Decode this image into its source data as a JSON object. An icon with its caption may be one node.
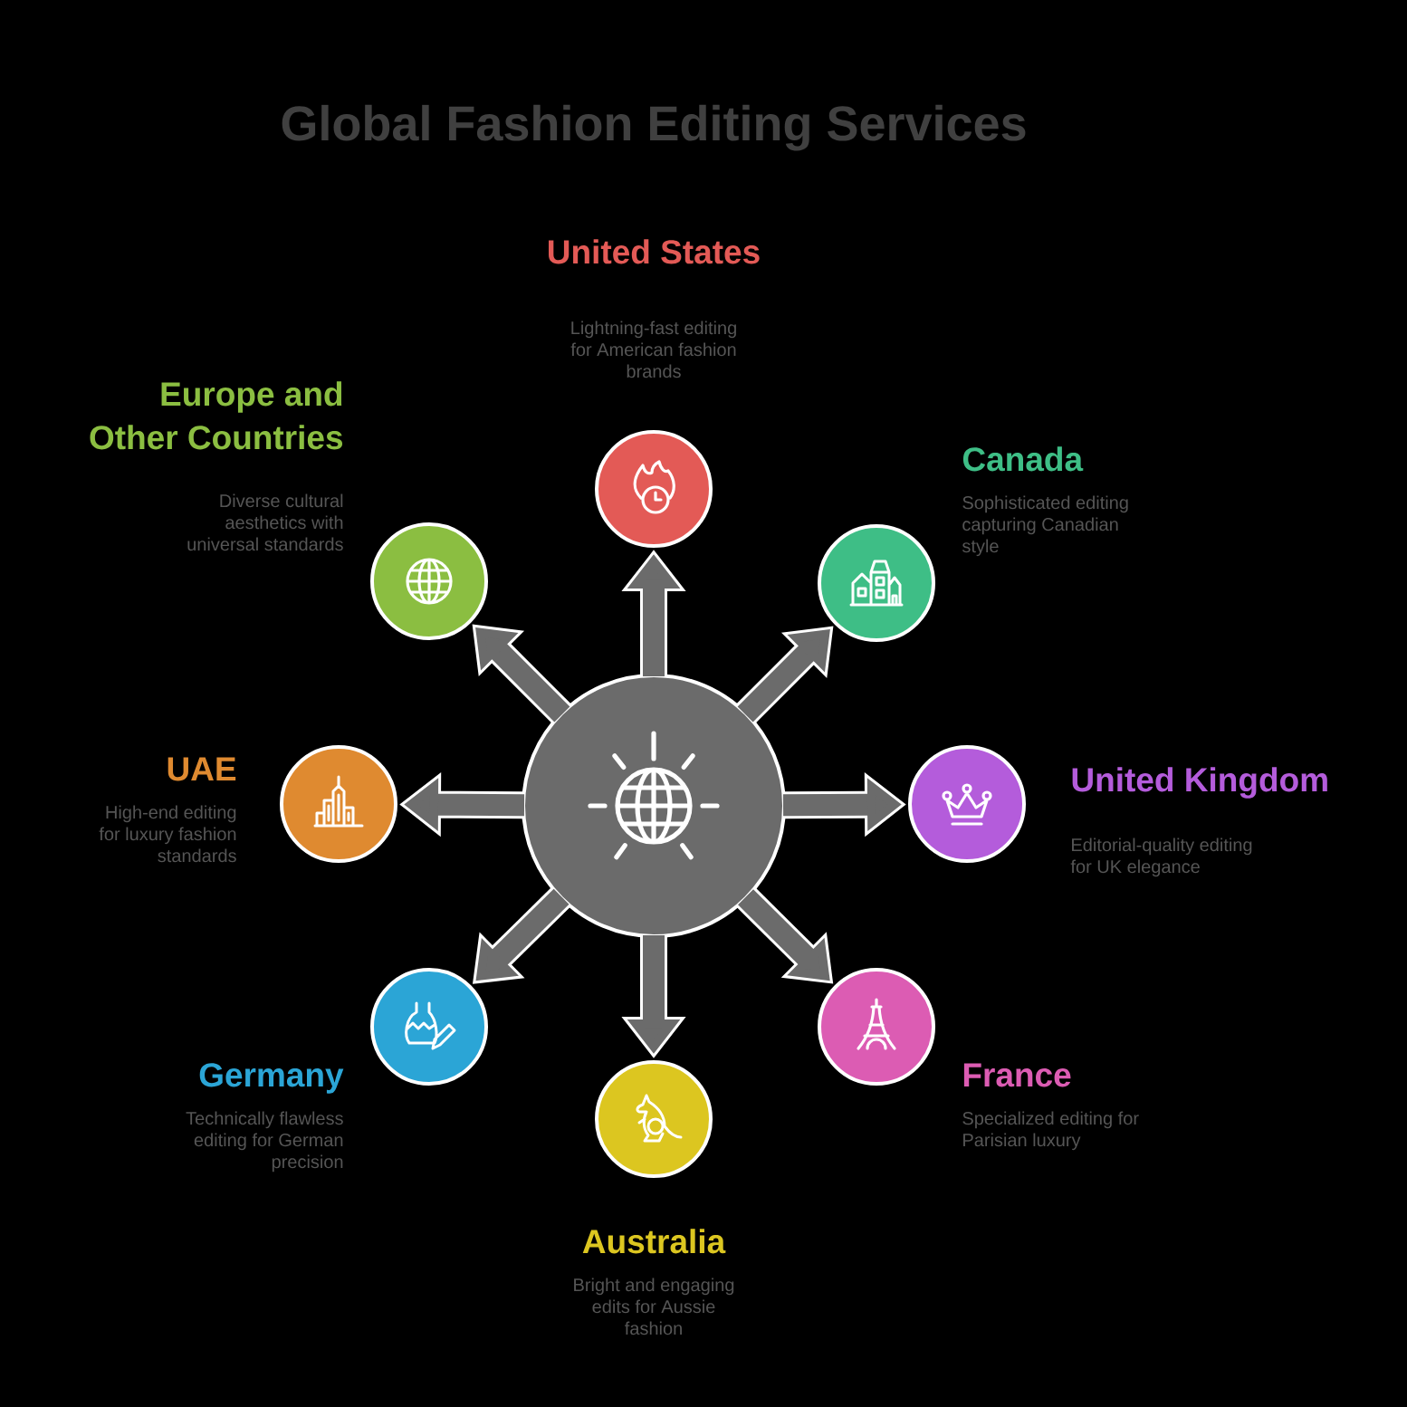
{
  "diagram": {
    "title": "Global Fashion Editing Services",
    "nodes": [
      {
        "text": [],
        "shape": "circle"
      },
      {
        "text": [
          "United States",
          "Lightning-fast editing for American fashion brands"
        ]
      },
      {
        "text": [
          "Canada",
          "Sophisticated editing capturing Canadian style"
        ]
      },
      {
        "text": [
          "United Kingdom",
          "Editorial-quality editing for UK elegance"
        ]
      },
      {
        "text": [
          "France",
          "Specialized editing for Parisian luxury"
        ]
      },
      {
        "text": [
          "Australia",
          "Bright and engaging edits for Aussie fashion"
        ]
      },
      {
        "text": [
          "Germany",
          "Technically flawless editing for German precision"
        ]
      },
      {
        "text": [
          "UAE",
          "High-end editing for luxury fashion standards"
        ]
      },
      {
        "text": [
          "Europe and Other Countries",
          "Diverse cultural aesthetics with universal standards"
        ]
      }
    ],
    "edges": [
      {
        "from": 0,
        "to": 1,
        "arrow": "to"
      },
      {
        "from": 0,
        "to": 2,
        "arrow": "to"
      },
      {
        "from": 0,
        "to": 3,
        "arrow": "to"
      },
      {
        "from": 0,
        "to": 4,
        "arrow": "to"
      },
      {
        "from": 0,
        "to": 5,
        "arrow": "to"
      },
      {
        "from": 0,
        "to": 6,
        "arrow": "to"
      },
      {
        "from": 0,
        "to": 7,
        "arrow": "to"
      },
      {
        "from": 0,
        "to": 8,
        "arrow": "to"
      }
    ]
  }
}
